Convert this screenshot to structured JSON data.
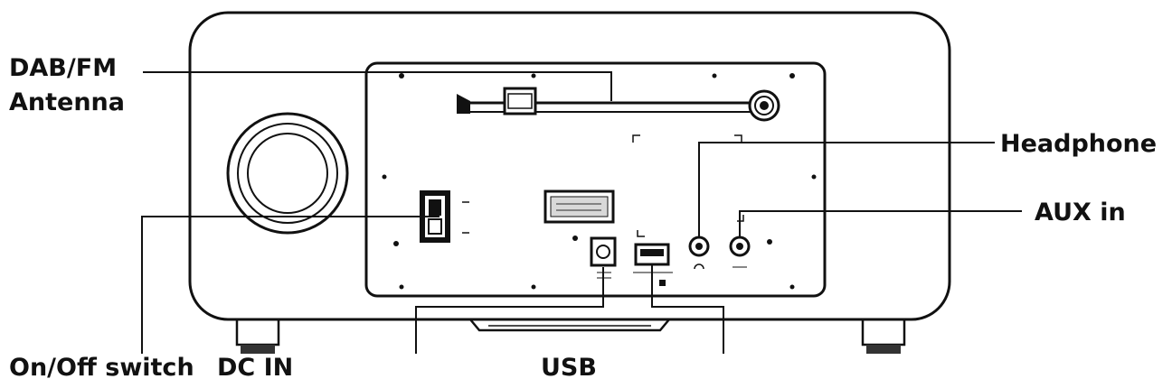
{
  "labels": {
    "antenna_line1": "DAB/FM",
    "antenna_line2": "Antenna",
    "headphone": "Headphone",
    "aux_in": "AUX in",
    "on_off_switch": "On/Off switch",
    "dc_in": "DC IN",
    "usb": "USB"
  },
  "colors": {
    "line": "#111111",
    "background": "#ffffff"
  }
}
